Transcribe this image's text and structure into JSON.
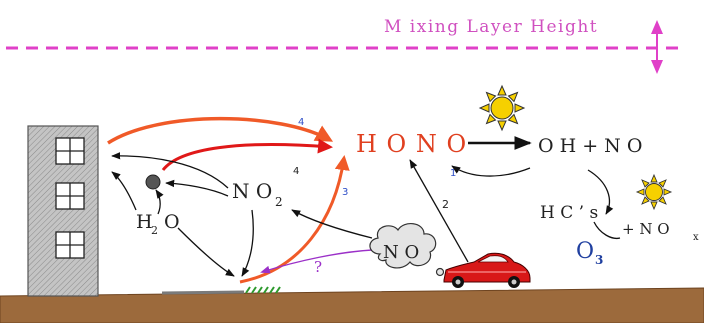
{
  "mixing_layer": {
    "label": "M ixing  Layer Height",
    "line_color": "#e040c8",
    "arrow_color": "#e040c8"
  },
  "species": {
    "hono": "H O N O",
    "oh_plus_no": "O H  +  N O",
    "hcs": "H C ’ s",
    "plus_nox": "+ N O",
    "nox_sub": "x",
    "o3": "O",
    "o3_sub": "3",
    "no2": "N O",
    "no2_sub": "2",
    "h2o_h": "H",
    "h2o_sub": "2",
    "h2o_o": "O",
    "no_cloud": "N O"
  },
  "pathway_labels": {
    "p1": "1",
    "p2": "2",
    "p3": "3",
    "p4_blue": "4",
    "p4_black": "4",
    "unknown": "?"
  },
  "icons": {
    "sun_main": "sun-icon",
    "sun_small": "sun-icon",
    "building": "building-icon",
    "car": "car-icon",
    "particle": "aerosol-particle-icon",
    "cloud": "emission-cloud-icon",
    "grass": "grass-icon"
  },
  "colors": {
    "hono_text": "#e04020",
    "orange_arrow": "#f05a28",
    "red_arrow": "#e01818",
    "purple_arrow": "#9b30c8",
    "blue_label": "#3050c8",
    "o3_text": "#2040a0",
    "ground": "#9c6a3c",
    "ground_edge": "#6e4420",
    "building": "#b8b8b8",
    "sun": "#f6d000",
    "car": "#d81818",
    "grass": "#2e9a2e"
  }
}
